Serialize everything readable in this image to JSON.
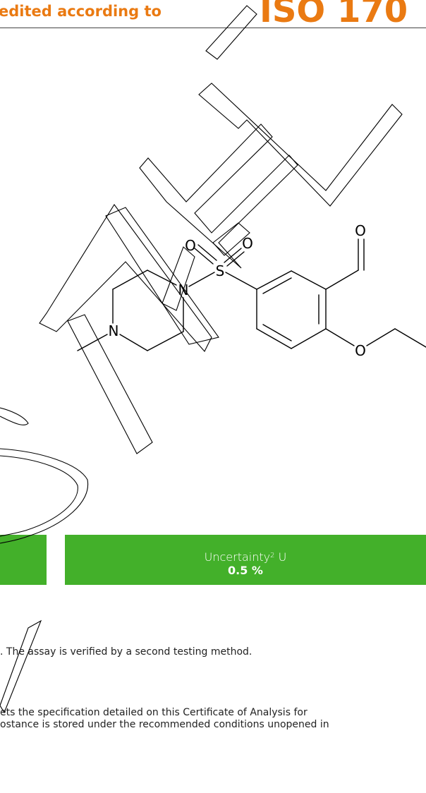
{
  "header": {
    "left_text": "edited according to",
    "right_text": "ISO 170"
  },
  "structure": {
    "atoms": {
      "o_sulfonyl_left": "O",
      "o_sulfonyl_right": "O",
      "sulfur": "S",
      "n_upper": "N",
      "n_lower": "N",
      "o_aldehyde": "O",
      "o_ether": "O"
    }
  },
  "uncertainty": {
    "label": "Uncertainty",
    "superscript": "2",
    "symbol": "U",
    "value": "0.5 %"
  },
  "notes": {
    "assay_line": ". The assay is verified by a second testing method.",
    "para_line1": "ets the specification detailed on this Certificate of Analysis for",
    "para_line2": "ostance is stored under the recommended conditions unopened in"
  },
  "watermark": {
    "text": "SPECIMEN"
  },
  "colors": {
    "accent_orange": "#ea7a12",
    "green": "#43b02a"
  }
}
